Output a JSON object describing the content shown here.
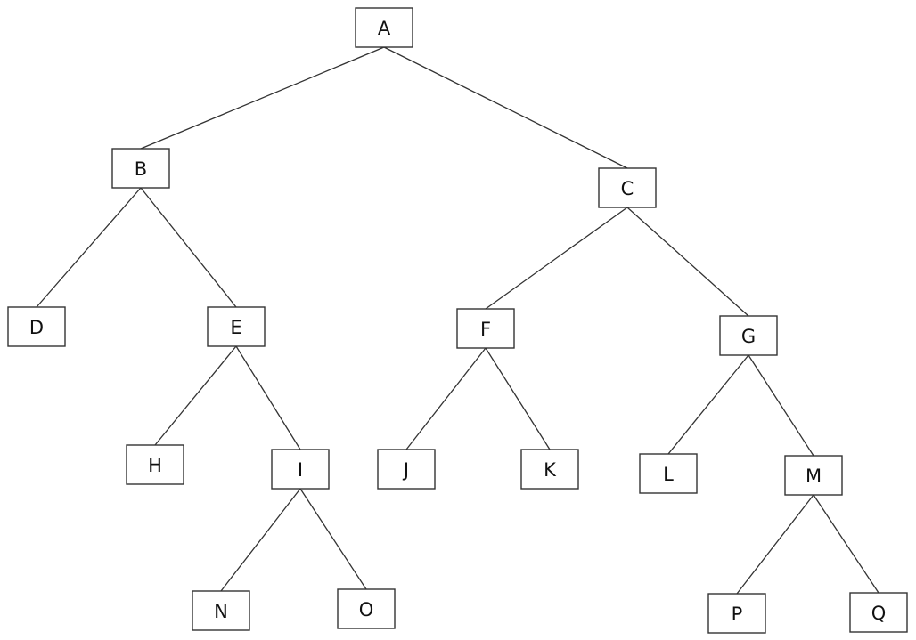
{
  "nodes": [
    {
      "id": "a",
      "label": "A"
    },
    {
      "id": "b",
      "label": "B"
    },
    {
      "id": "c",
      "label": "C"
    },
    {
      "id": "d",
      "label": "D"
    },
    {
      "id": "e",
      "label": "E"
    },
    {
      "id": "f",
      "label": "F"
    },
    {
      "id": "g",
      "label": "G"
    },
    {
      "id": "h",
      "label": "H"
    },
    {
      "id": "i",
      "label": "I"
    },
    {
      "id": "j",
      "label": "J"
    },
    {
      "id": "k",
      "label": "K"
    },
    {
      "id": "l",
      "label": "L"
    },
    {
      "id": "m",
      "label": "M"
    },
    {
      "id": "n",
      "label": "N"
    },
    {
      "id": "o",
      "label": "O"
    },
    {
      "id": "p",
      "label": "P"
    },
    {
      "id": "q",
      "label": "Q"
    }
  ],
  "edges": [
    [
      "a",
      "b"
    ],
    [
      "a",
      "c"
    ],
    [
      "b",
      "d"
    ],
    [
      "b",
      "e"
    ],
    [
      "c",
      "f"
    ],
    [
      "c",
      "g"
    ],
    [
      "e",
      "h"
    ],
    [
      "e",
      "i"
    ],
    [
      "f",
      "j"
    ],
    [
      "f",
      "k"
    ],
    [
      "g",
      "l"
    ],
    [
      "g",
      "m"
    ],
    [
      "i",
      "n"
    ],
    [
      "i",
      "o"
    ],
    [
      "m",
      "p"
    ],
    [
      "m",
      "q"
    ]
  ],
  "colors": {
    "stroke": "#333333",
    "fill": "#ffffff",
    "text": "#111111"
  }
}
